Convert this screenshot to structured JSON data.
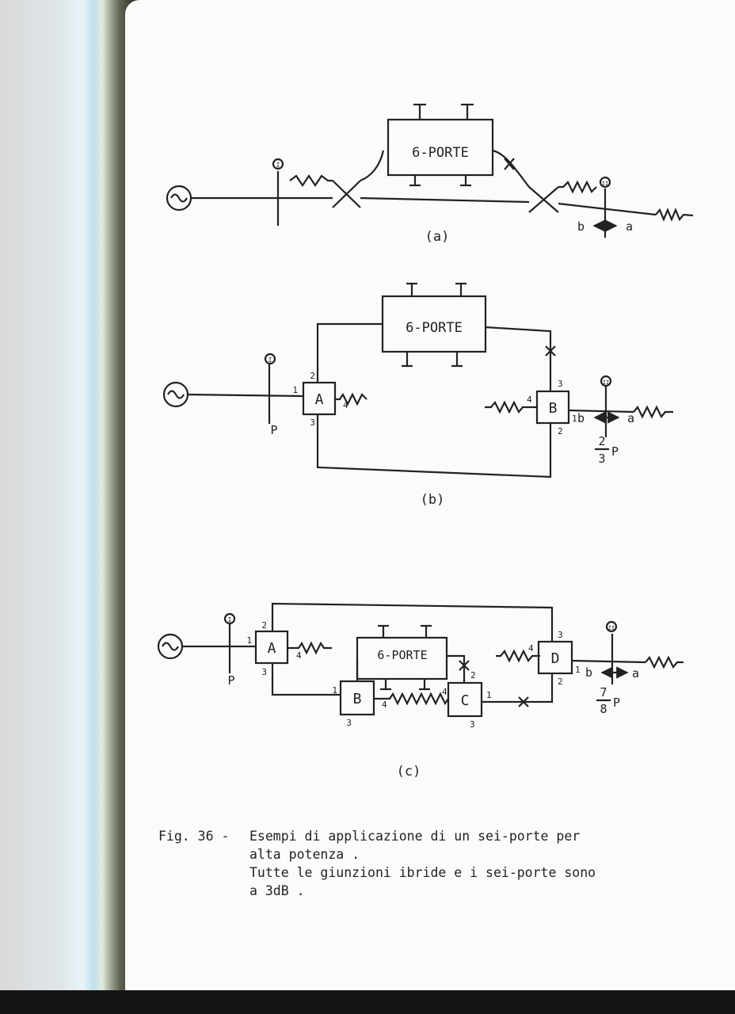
{
  "labels": {
    "six_port": "6-PORTE",
    "junction_a": "A",
    "junction_b": "B",
    "junction_c": "C",
    "junction_d": "D",
    "sub_a": "(a)",
    "sub_b": "(b)",
    "sub_c": "(c)",
    "marker_i": "I",
    "marker_ii": "II",
    "dir_b": "b",
    "dir_a": "a",
    "p": "P",
    "port_1": "1",
    "port_2": "2",
    "port_3": "3",
    "port_4": "4",
    "frac_b_num": "2",
    "frac_b_den": "3",
    "frac_c_num": "7",
    "frac_c_den": "8"
  },
  "caption": {
    "label": "Fig. 36 -",
    "line1": "Esempi di applicazione di un sei-porte per",
    "line2": "alta potenza .",
    "line3": "Tutte le giunzioni ibride e i sei-porte sono",
    "line4": "a 3dB ."
  }
}
